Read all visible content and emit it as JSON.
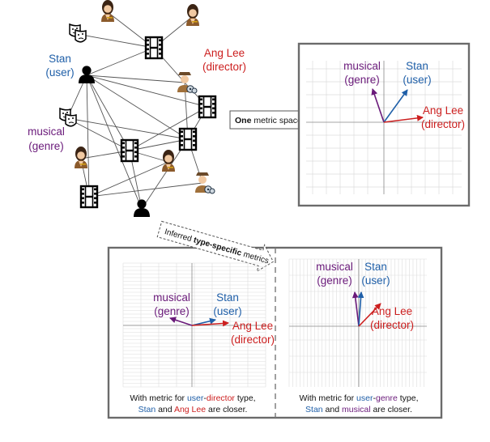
{
  "colors": {
    "user": "#1f5fa8",
    "director": "#cc1f1f",
    "genre": "#6a1a7a",
    "frame": "#6b6b6b",
    "grid": "#dddddd",
    "edge": "#555555"
  },
  "graph": {
    "stan": {
      "name": "Stan",
      "type": "(user)"
    },
    "ang_lee": {
      "name": "Ang Lee",
      "type": "(director)"
    },
    "musical": {
      "name": "musical",
      "type": "(genre)"
    }
  },
  "top_panel": {
    "arrow_bold": "One",
    "arrow_rest": " metric space",
    "stan": {
      "name": "Stan",
      "type": "(user)"
    },
    "ang_lee": {
      "name": "Ang Lee",
      "type": "(director)"
    },
    "musical": {
      "name": "musical",
      "type": "(genre)"
    }
  },
  "bottom_arrow": {
    "prefix": "Inferred ",
    "bold": "type-specific",
    "suffix": " metrics"
  },
  "left_panel": {
    "stan": {
      "name": "Stan",
      "type": "(user)"
    },
    "ang_lee": {
      "name": "Ang Lee",
      "type": "(director)"
    },
    "musical": {
      "name": "musical",
      "type": "(genre)"
    },
    "caption": {
      "line1_a": "With metric for ",
      "line1_user": "user",
      "line1_dash": "-",
      "line1_type": "director",
      "line1_b": " type,",
      "line2_stan": "Stan",
      "line2_and": " and ",
      "line2_other": "Ang Lee",
      "line2_c": " are closer."
    }
  },
  "right_panel": {
    "stan": {
      "name": "Stan",
      "type": "(user)"
    },
    "ang_lee": {
      "name": "Ang Lee",
      "type": "(director)"
    },
    "musical": {
      "name": "musical",
      "type": "(genre)"
    },
    "caption": {
      "line1_a": "With metric for ",
      "line1_user": "user",
      "line1_dash": "-",
      "line1_type": "genre",
      "line1_b": " type,",
      "line2_stan": "Stan",
      "line2_and": " and ",
      "line2_other": "musical",
      "line2_c": " are closer."
    }
  }
}
